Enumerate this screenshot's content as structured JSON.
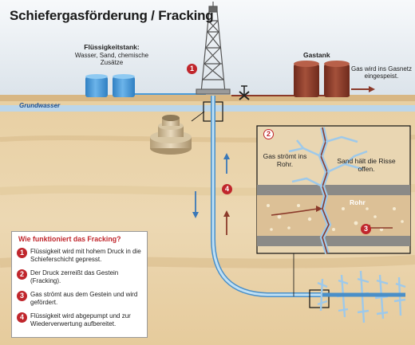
{
  "title": "Schiefergasförderung / Fracking",
  "labels": {
    "fluid_tank_title": "Flüssigkeitstank:",
    "fluid_tank_content": "Wasser, Sand, chemische Zusätze",
    "gas_tank_title": "Gastank",
    "gas_network": "Gas wird ins Gasnetz eingespeist.",
    "groundwater": "Grundwasser",
    "gas_flows": "Gas strömt ins Rohr.",
    "sand_holds": "Sand hält die Risse offen.",
    "pipe": "Rohr"
  },
  "badges": {
    "b1": "1",
    "b2": "2",
    "b3": "3",
    "b4": "4"
  },
  "legend": {
    "title": "Wie funktioniert das Fracking?",
    "steps": [
      {
        "num": "1",
        "text": "Flüssigkeit wird mit hohem Druck in die Schieferschicht gepresst."
      },
      {
        "num": "2",
        "text": "Der Druck zerreißt das Gestein (Fracking)."
      },
      {
        "num": "3",
        "text": "Gas strömt aus dem Gestein und wird gefördert."
      },
      {
        "num": "4",
        "text": "Flüssigkeit wird abgepumpt und zur Wiederverwertung aufbereitet."
      }
    ]
  },
  "colors": {
    "accent": "#c0262c",
    "water_tank": "#3a8fd1",
    "gas_tank": "#8b3a2a",
    "pipe": "#8fc3e8",
    "sky": "#e6ecf2",
    "ground": "#e7cc9f",
    "shale": "#8b8a87"
  }
}
